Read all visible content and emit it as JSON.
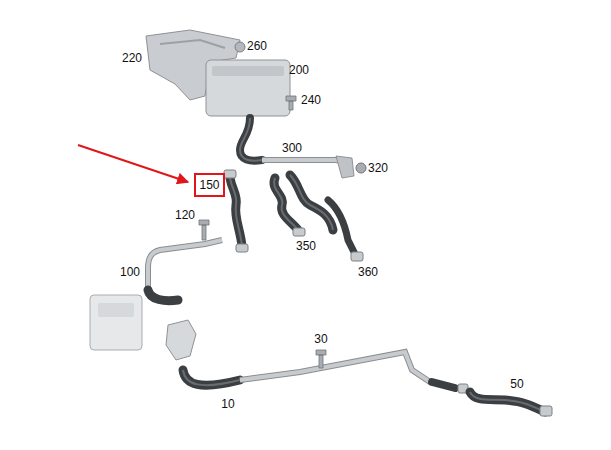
{
  "diagram": {
    "nodes": [
      {
        "text": [
          "150"
        ]
      }
    ],
    "labels": [
      "220",
      "260",
      "200",
      "240",
      "300",
      "320",
      "120",
      "350",
      "100",
      "360",
      "30",
      "50",
      "10"
    ]
  }
}
